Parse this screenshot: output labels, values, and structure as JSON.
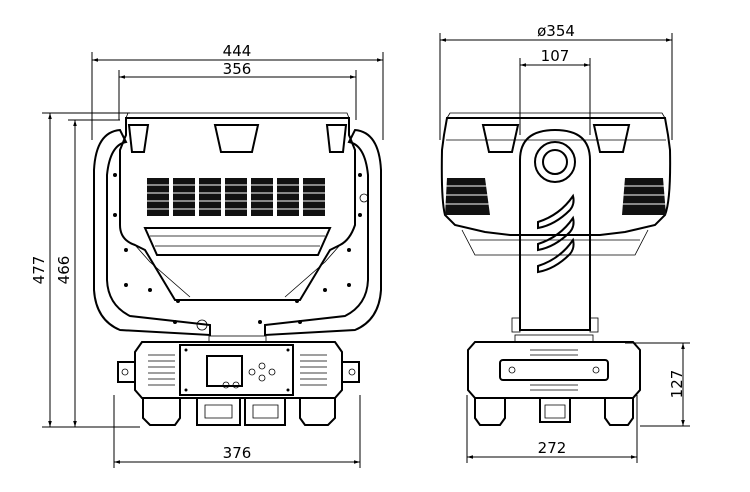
{
  "front_view": {
    "dims": {
      "top_outer": "444",
      "top_inner": "356",
      "left_outer": "477",
      "left_inner": "466",
      "bottom": "376"
    }
  },
  "side_view": {
    "dims": {
      "top_outer": "ø354",
      "top_inner": "107",
      "right": "127",
      "bottom": "272"
    }
  }
}
